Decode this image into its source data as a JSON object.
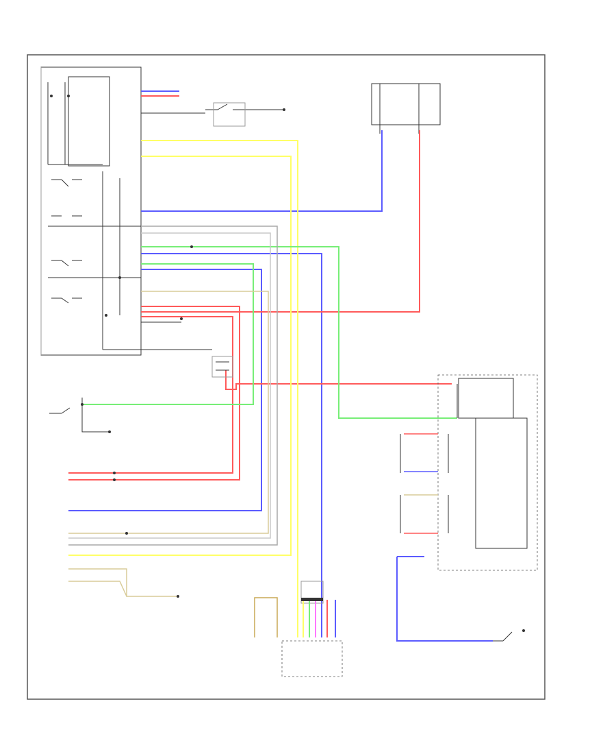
{
  "diagram": {
    "frame_label": "",
    "bottom_left_label": "",
    "colors": {
      "blue": "#5b5bff",
      "red": "#ff5a5a",
      "yellow": "#ffff66",
      "green": "#77ee77",
      "gray": "#a0a0a0",
      "tan": "#d8cc99",
      "black": "#333333"
    },
    "components": [
      {
        "id": "under-dash-fuse-box",
        "label": ""
      },
      {
        "id": "ignition-switch",
        "label": ""
      },
      {
        "id": "door-switches",
        "label": ""
      },
      {
        "id": "combination-meter",
        "label": ""
      },
      {
        "id": "left-front-door-lock-actuator",
        "label": ""
      },
      {
        "id": "right-front-door-lock-actuator",
        "label": ""
      },
      {
        "id": "keyless-entry-receiver",
        "label": ""
      },
      {
        "id": "driver-door-lock-switch",
        "label": ""
      },
      {
        "id": "power-door-lock-control-unit",
        "label": ""
      },
      {
        "id": "left-rear-door-lock-actuator",
        "label": ""
      },
      {
        "id": "right-rear-door-lock-actuator",
        "label": ""
      },
      {
        "id": "tailgate-lock-actuator",
        "label": ""
      },
      {
        "id": "tailgate-switch",
        "label": ""
      },
      {
        "id": "ground",
        "label": ""
      }
    ]
  }
}
